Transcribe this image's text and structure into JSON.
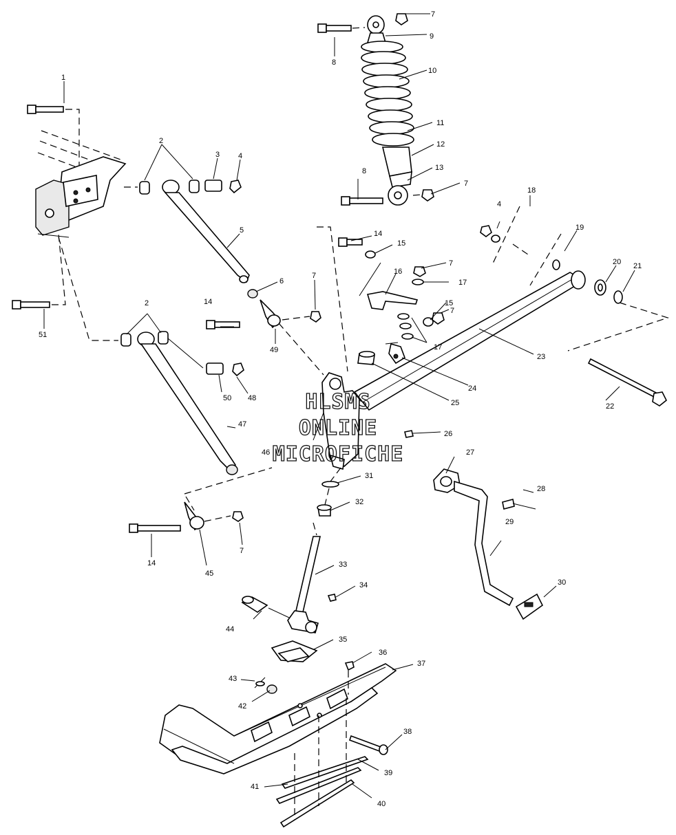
{
  "watermark": {
    "line1": "HLSMS",
    "line2": "ONLINE",
    "line3": "MICROFICHE"
  },
  "callouts": [
    {
      "id": "c1",
      "text": "1"
    },
    {
      "id": "c2a",
      "text": "2"
    },
    {
      "id": "c2b",
      "text": "2"
    },
    {
      "id": "c3",
      "text": "3"
    },
    {
      "id": "c4a",
      "text": "4"
    },
    {
      "id": "c4b",
      "text": "4"
    },
    {
      "id": "c5",
      "text": "5"
    },
    {
      "id": "c6",
      "text": "6"
    },
    {
      "id": "c7a",
      "text": "7"
    },
    {
      "id": "c7b",
      "text": "7"
    },
    {
      "id": "c7c",
      "text": "7"
    },
    {
      "id": "c7d",
      "text": "7"
    },
    {
      "id": "c7e",
      "text": "7"
    },
    {
      "id": "c7f",
      "text": "7"
    },
    {
      "id": "c8a",
      "text": "8"
    },
    {
      "id": "c8b",
      "text": "8"
    },
    {
      "id": "c9",
      "text": "9"
    },
    {
      "id": "c10",
      "text": "10"
    },
    {
      "id": "c11",
      "text": "11"
    },
    {
      "id": "c12",
      "text": "12"
    },
    {
      "id": "c13",
      "text": "13"
    },
    {
      "id": "c14a",
      "text": "14"
    },
    {
      "id": "c14b",
      "text": "14"
    },
    {
      "id": "c14c",
      "text": "14"
    },
    {
      "id": "c15a",
      "text": "15"
    },
    {
      "id": "c15b",
      "text": "15"
    },
    {
      "id": "c16",
      "text": "16"
    },
    {
      "id": "c17a",
      "text": "17"
    },
    {
      "id": "c17b",
      "text": "17"
    },
    {
      "id": "c18",
      "text": "18"
    },
    {
      "id": "c19",
      "text": "19"
    },
    {
      "id": "c20",
      "text": "20"
    },
    {
      "id": "c21",
      "text": "21"
    },
    {
      "id": "c22",
      "text": "22"
    },
    {
      "id": "c23",
      "text": "23"
    },
    {
      "id": "c24",
      "text": "24"
    },
    {
      "id": "c25",
      "text": "25"
    },
    {
      "id": "c26",
      "text": "26"
    },
    {
      "id": "c27",
      "text": "27"
    },
    {
      "id": "c28",
      "text": "28"
    },
    {
      "id": "c29",
      "text": "29"
    },
    {
      "id": "c30",
      "text": "30"
    },
    {
      "id": "c31",
      "text": "31"
    },
    {
      "id": "c32",
      "text": "32"
    },
    {
      "id": "c33",
      "text": "33"
    },
    {
      "id": "c34",
      "text": "34"
    },
    {
      "id": "c35",
      "text": "35"
    },
    {
      "id": "c36",
      "text": "36"
    },
    {
      "id": "c37",
      "text": "37"
    },
    {
      "id": "c38",
      "text": "38"
    },
    {
      "id": "c39",
      "text": "39"
    },
    {
      "id": "c40",
      "text": "40"
    },
    {
      "id": "c41",
      "text": "41"
    },
    {
      "id": "c42",
      "text": "42"
    },
    {
      "id": "c43",
      "text": "43"
    },
    {
      "id": "c44",
      "text": "44"
    },
    {
      "id": "c45",
      "text": "45"
    },
    {
      "id": "c46",
      "text": "46"
    },
    {
      "id": "c47",
      "text": "47"
    },
    {
      "id": "c48",
      "text": "48"
    },
    {
      "id": "c49",
      "text": "49"
    },
    {
      "id": "c50",
      "text": "50"
    },
    {
      "id": "c51",
      "text": "51"
    }
  ]
}
